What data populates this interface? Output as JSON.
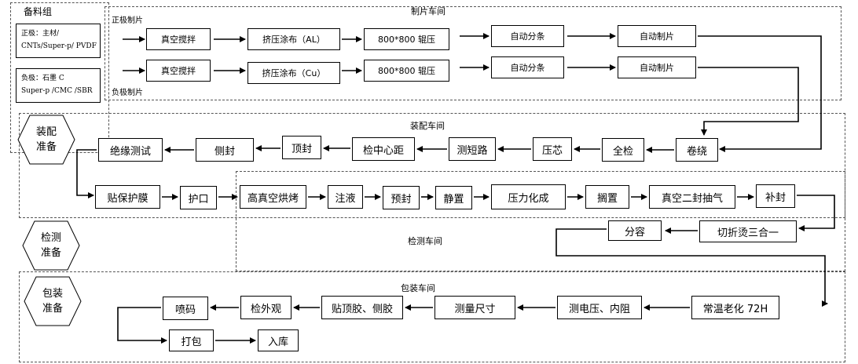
{
  "zones": {
    "materials_title": "备料组",
    "sheet_workshop": "制片车间",
    "positive_label": "正极制片",
    "negative_label": "负极制片",
    "assembly_workshop": "装配车间",
    "testing_workshop": "检测车间",
    "packing_workshop": "包装车间"
  },
  "materials": {
    "positive": [
      "正极：主材/",
      "CNTs/Super-p/ PVDF"
    ],
    "negative": [
      "负极：石墨 C",
      "Super-p /CMC /SBR"
    ]
  },
  "hexes": {
    "assembly": [
      "装配",
      "准备"
    ],
    "testing": [
      "检测",
      "准备"
    ],
    "packing": [
      "包装",
      "准备"
    ]
  },
  "sheet_row_positive": [
    "真空搅拌",
    "挤压涂布（AL）",
    "800*800 辊压",
    "自动分条",
    "自动制片"
  ],
  "sheet_row_negative": [
    "真空搅拌",
    "挤压涂布（Cu）",
    "800*800 辊压",
    "自动分条",
    "自动制片"
  ],
  "assembly_row": [
    "卷绕",
    "全检",
    "压芯",
    "测短路",
    "检中心距",
    "顶封",
    "侧封",
    "绝缘测试"
  ],
  "assembly_row2": [
    "贴保护膜",
    "护口"
  ],
  "testing_row": [
    "高真空烘烤",
    "注液",
    "预封",
    "静置",
    "压力化成",
    "搁置",
    "真空二封抽气",
    "补封"
  ],
  "testing_row2": [
    "切折烫三合一",
    "分容"
  ],
  "packing_row": [
    "常温老化 72H",
    "测电压、内阻",
    "测量尺寸",
    "贴顶胶、侧胶",
    "检外观",
    "喷码"
  ],
  "packing_row2": [
    "打包",
    "入库"
  ]
}
